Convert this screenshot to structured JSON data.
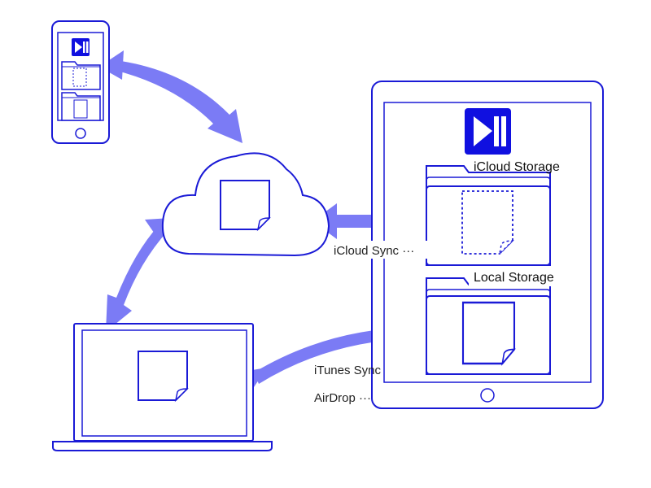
{
  "colors": {
    "outline": "#1a1ad6",
    "arrow": "#7b7bf5",
    "logo": "#1010e0",
    "text": "#111111"
  },
  "icons": {
    "app_logo": "play-pause-icon",
    "folder": "folder-icon",
    "document": "document-icon"
  },
  "labels": {
    "icloud_storage": "iCloud Storage",
    "local_storage": "Local Storage",
    "icloud_sync": "iCloud Sync ···",
    "itunes_sync": "iTunes Sync",
    "airdrop": "AirDrop ···"
  }
}
